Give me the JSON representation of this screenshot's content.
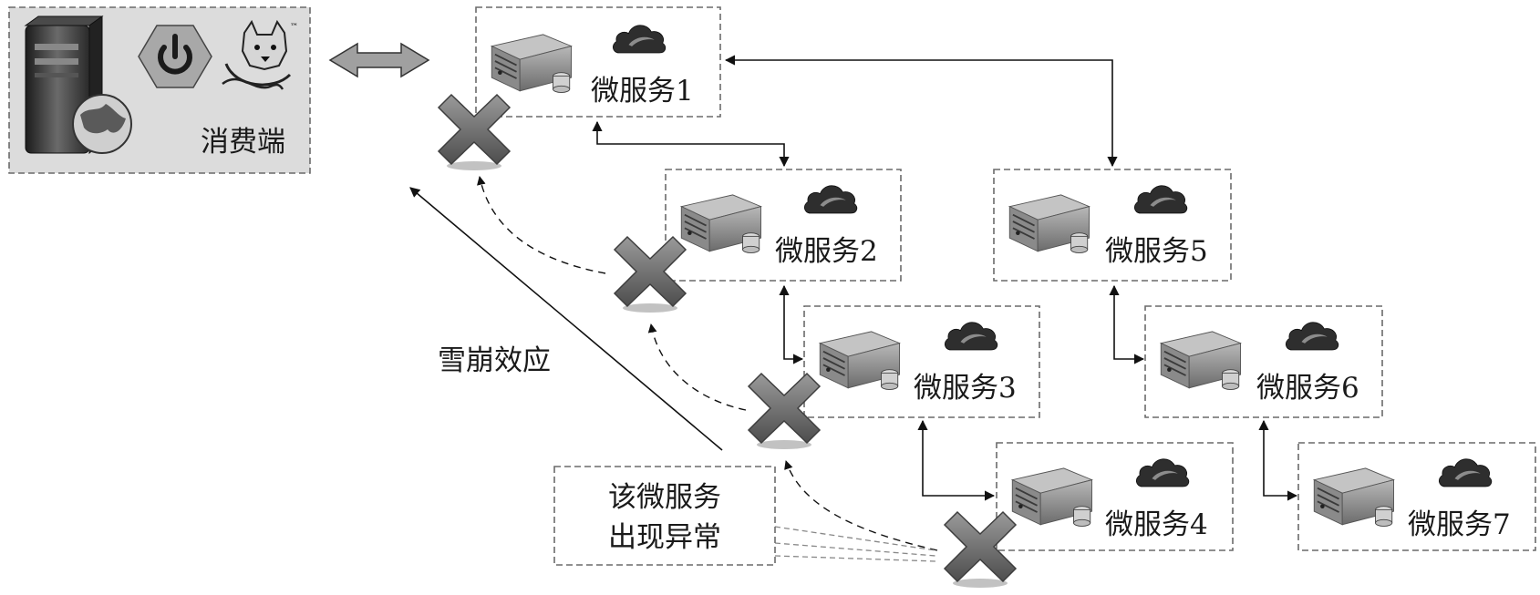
{
  "consumer": {
    "label": "消费端"
  },
  "services": [
    {
      "label": "微服务1"
    },
    {
      "label": "微服务2"
    },
    {
      "label": "微服务3"
    },
    {
      "label": "微服务4"
    },
    {
      "label": "微服务5"
    },
    {
      "label": "微服务6"
    },
    {
      "label": "微服务7"
    }
  ],
  "annotation": {
    "text": "雪崩效应"
  },
  "callout": {
    "line1": "该微服务",
    "line2": "出现异常"
  },
  "icons": {
    "server": "rack-server-icon",
    "cloud": "cloud-icon",
    "failure": "x-mark-icon",
    "power": "power-icon",
    "tomcat": "tomcat-icon",
    "consumer_server": "tower-server-icon"
  }
}
